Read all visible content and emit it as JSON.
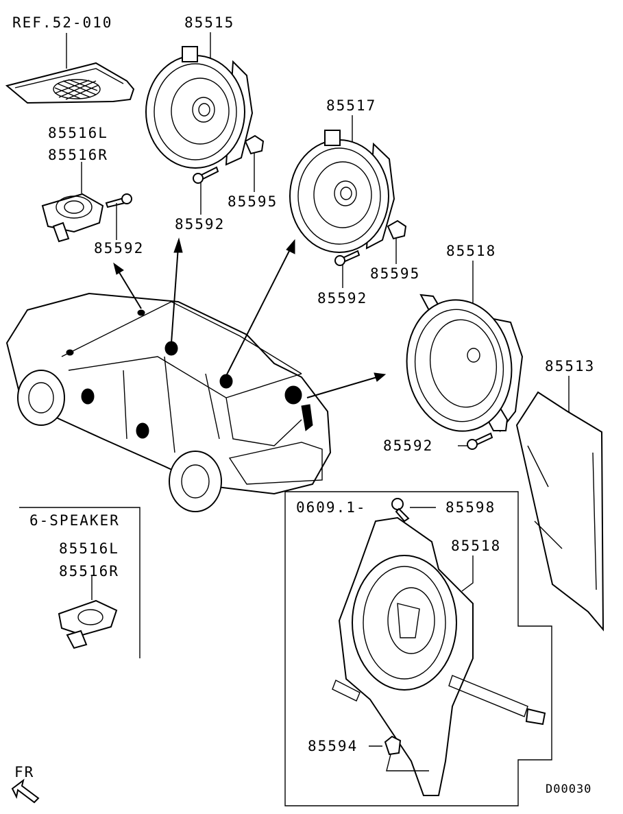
{
  "labels": {
    "ref_52_010": "REF.52-010",
    "p85515": "85515",
    "p85516l_top": "85516L",
    "p85516r_top": "85516R",
    "p85592_a": "85592",
    "p85592_b": "85592",
    "p85595_a": "85595",
    "p85517": "85517",
    "p85595_b": "85595",
    "p85592_c": "85592",
    "p85518_top": "85518",
    "p85513": "85513",
    "p85592_d": "85592",
    "six_speaker": "6-SPEAKER",
    "p85516l_box": "85516L",
    "p85516r_box": "85516R",
    "date_code": "0609.1-",
    "p85598": "85598",
    "p85518_box": "85518",
    "p85594": "85594",
    "fr": "FR",
    "drawing_no": "D00030"
  },
  "icons": [
    "speaker-icon",
    "tweeter-icon",
    "screw-icon",
    "clip-icon",
    "vehicle-icon",
    "grille-icon",
    "arrow-icon"
  ]
}
